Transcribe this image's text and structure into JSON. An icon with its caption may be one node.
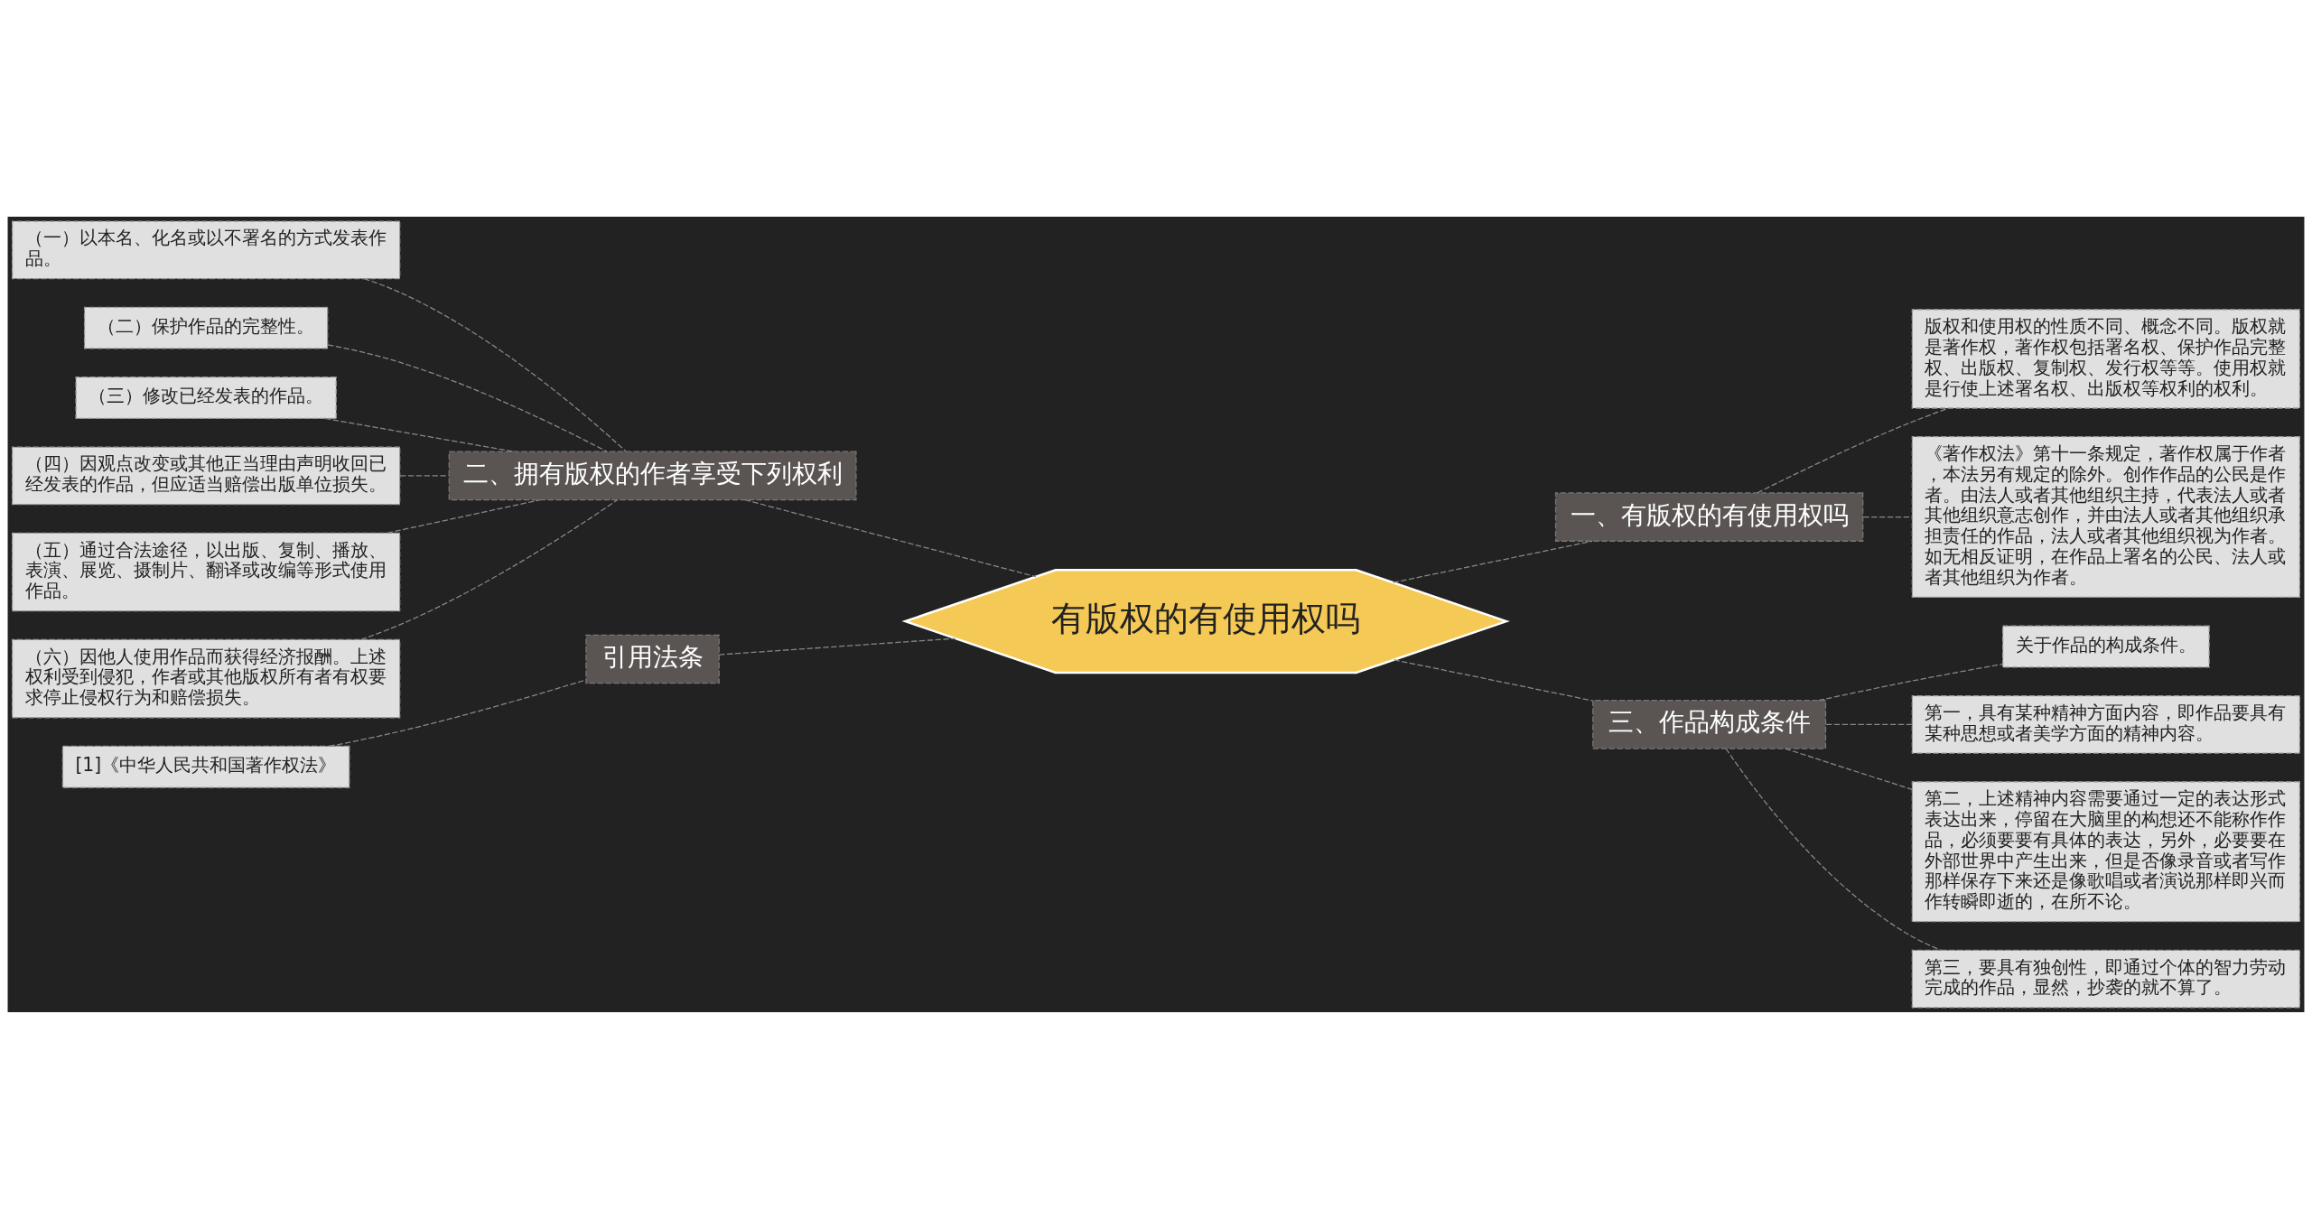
{
  "diagram": {
    "nodes": [
      {
        "text": [
          "有版权的有使用权吗"
        ]
      },
      {
        "text": [
          "二、拥有版权的作者享受下列权利"
        ]
      },
      {
        "text": [
          "（一）以本名、化名或以不署名的方式发表作品。"
        ]
      },
      {
        "text": [
          "（二）保护作品的完整性。"
        ]
      },
      {
        "text": [
          "（三）修改已经发表的作品。"
        ]
      },
      {
        "text": [
          "（四）因观点改变或其他正当理由声明收回已经发表的作品，但应适当赔偿出版单位损失。"
        ]
      },
      {
        "text": [
          "（五）通过合法途径，以出版、复制、播放、表演、展览、摄制片、翻译或改编等形式使用作品。"
        ]
      },
      {
        "text": [
          "（六）因他人使用作品而获得经济报酬。上述权利受到侵犯，作者或其他版权所有者有权要求停止侵权行为和赔偿损失。"
        ]
      },
      {
        "text": [
          "引用法条"
        ]
      },
      {
        "text": [
          "[1]《中华人民共和国著作权法》"
        ]
      },
      {
        "text": [
          "一、有版权的有使用权吗"
        ]
      },
      {
        "text": [
          "版权和使用权的性质不同、概念不同。版权就是著作权，著作权包括署名权、保护作品完整权、出版权、复制权、发行权等等。使用权就是行使上述署名权、出版权等权利的权利。"
        ]
      },
      {
        "text": [
          "《著作权法》第十一条规定，著作权属于作者，本法另有规定的除外。创作作品的公民是作者。由法人或者其他组织主持，代表法人或者其他组织意志创作，并由法人或者其他组织承担责任的作品，法人或者其他组织视为作者。如无相反证明，在作品上署名的公民、法人或者其他组织为作者。"
        ]
      },
      {
        "text": [
          "三、作品构成条件"
        ]
      },
      {
        "text": [
          "关于作品的构成条件。"
        ]
      },
      {
        "text": [
          "第一，具有某种精神方面内容，即作品要具有某种思想或者美学方面的精神内容。"
        ]
      },
      {
        "text": [
          "第二，上述精神内容需要通过一定的表达形式表达出来，停留在大脑里的构想还不能称作作品，必须要要有具体的表达，另外，必要要在外部世界中产生出来，但是否像录音或者写作那样保存下来还是像歌唱或者演说那样即兴而作转瞬即逝的，在所不论。"
        ]
      },
      {
        "text": [
          "第三，要具有独创性，即通过个体的智力劳动完成的作品，显然，抄袭的就不算了。"
        ]
      }
    ],
    "edges": [
      {
        "from": 0,
        "to": 1,
        "arrow": "none"
      },
      {
        "from": 1,
        "to": 2,
        "arrow": "none"
      },
      {
        "from": 1,
        "to": 3,
        "arrow": "none"
      },
      {
        "from": 1,
        "to": 4,
        "arrow": "none"
      },
      {
        "from": 1,
        "to": 5,
        "arrow": "none"
      },
      {
        "from": 1,
        "to": 6,
        "arrow": "none"
      },
      {
        "from": 1,
        "to": 7,
        "arrow": "none"
      },
      {
        "from": 0,
        "to": 8,
        "arrow": "none"
      },
      {
        "from": 8,
        "to": 9,
        "arrow": "none"
      },
      {
        "from": 0,
        "to": 10,
        "arrow": "none"
      },
      {
        "from": 10,
        "to": 11,
        "arrow": "none"
      },
      {
        "from": 10,
        "to": 12,
        "arrow": "none"
      },
      {
        "from": 0,
        "to": 13,
        "arrow": "none"
      },
      {
        "from": 13,
        "to": 14,
        "arrow": "none"
      },
      {
        "from": 13,
        "to": 15,
        "arrow": "none"
      },
      {
        "from": 13,
        "to": 16,
        "arrow": "none"
      },
      {
        "from": 13,
        "to": 17,
        "arrow": "none"
      }
    ]
  }
}
